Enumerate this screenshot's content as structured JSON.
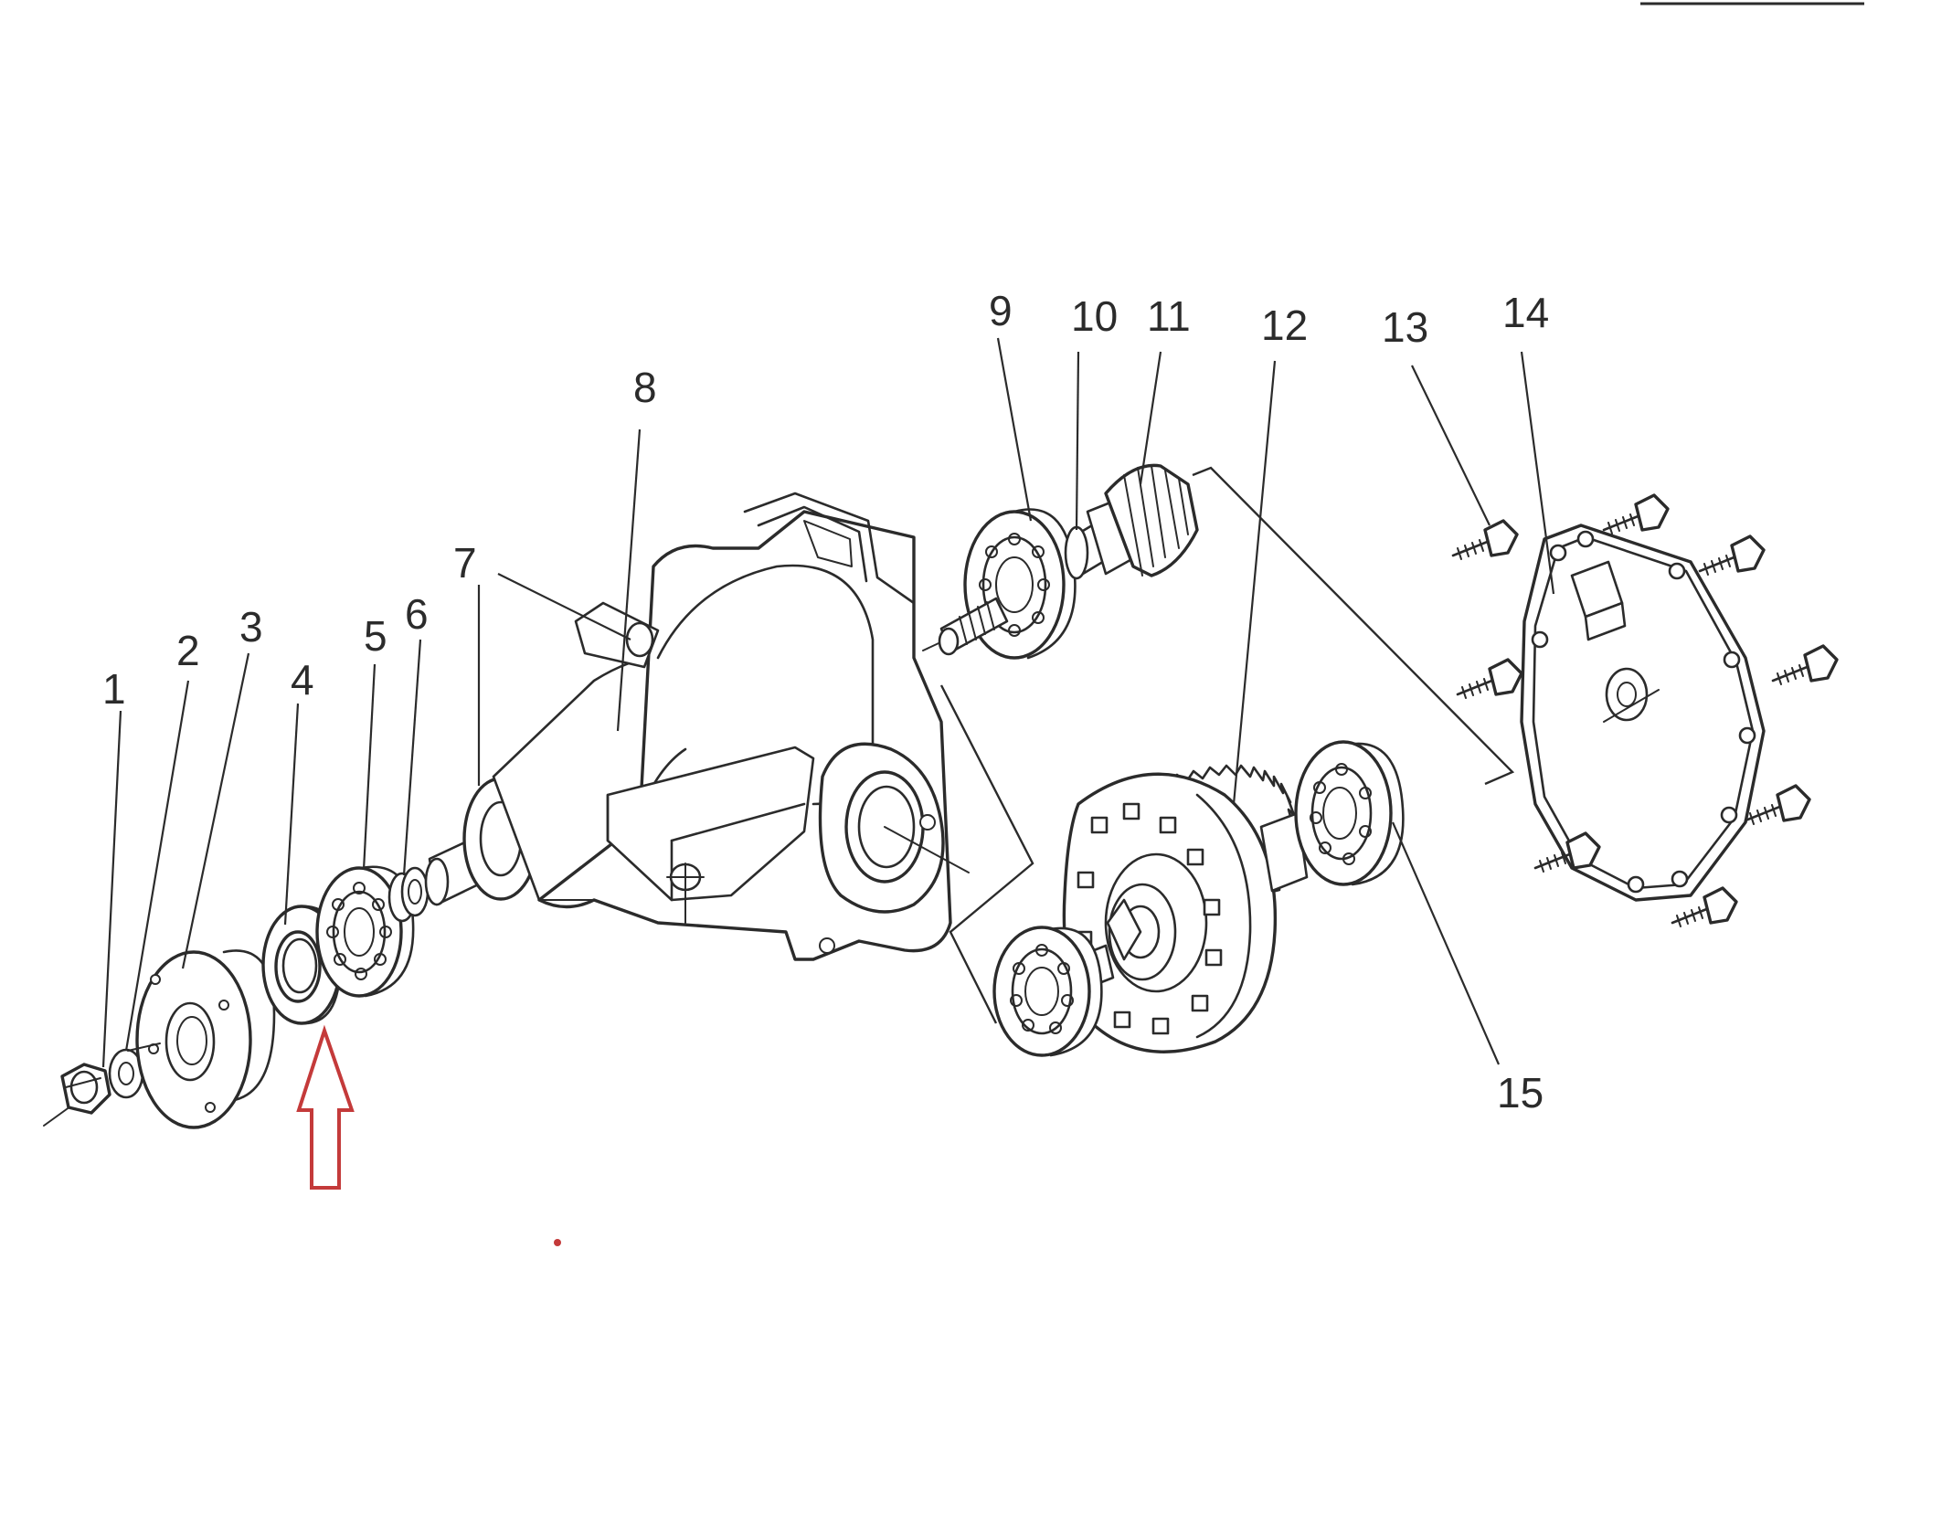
{
  "diagram": {
    "type": "exploded-parts-view",
    "part_labels": [
      {
        "id": "1",
        "text": "1"
      },
      {
        "id": "2",
        "text": "2"
      },
      {
        "id": "3",
        "text": "3"
      },
      {
        "id": "4",
        "text": "4"
      },
      {
        "id": "5",
        "text": "5"
      },
      {
        "id": "6",
        "text": "6"
      },
      {
        "id": "7",
        "text": "7"
      },
      {
        "id": "8",
        "text": "8"
      },
      {
        "id": "9",
        "text": "9"
      },
      {
        "id": "10",
        "text": "10"
      },
      {
        "id": "11",
        "text": "11"
      },
      {
        "id": "12",
        "text": "12"
      },
      {
        "id": "13",
        "text": "13"
      },
      {
        "id": "14",
        "text": "14"
      },
      {
        "id": "15",
        "text": "15"
      }
    ],
    "highlight": {
      "target_part": "4",
      "arrow_direction": "up",
      "color": "#c43a3a"
    },
    "marker_color": "#c43a3a"
  }
}
